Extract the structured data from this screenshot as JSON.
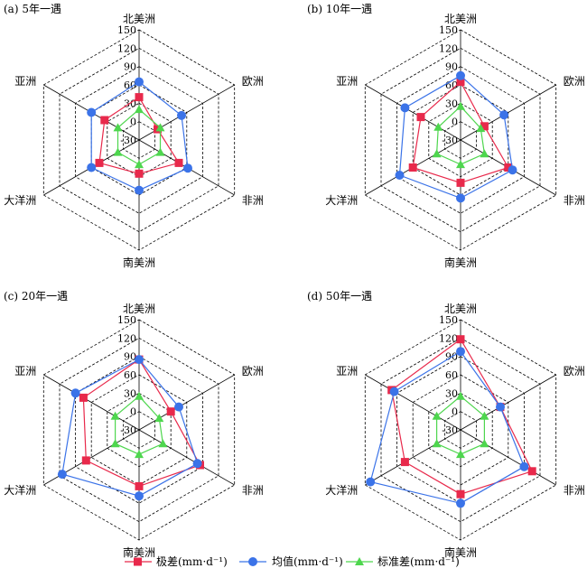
{
  "chart_data": {
    "type": "radar",
    "axes": [
      "北美洲",
      "欧洲",
      "非洲",
      "南美洲",
      "大洋洲",
      "亚洲"
    ],
    "ticks": [
      -30,
      0,
      30,
      60,
      90,
      120,
      150
    ],
    "tick_labels": [
      "-30",
      "0",
      "30",
      "60",
      "90",
      "120",
      "150"
    ],
    "range": [
      -30,
      150
    ],
    "colors": {
      "range": "#e8294b",
      "mean": "#3b73e8",
      "std": "#4ed64e"
    },
    "legend": {
      "position": "bottom",
      "range_label": "极差(mm·d⁻¹)",
      "mean_label": "均值(mm·d⁻¹)",
      "std_label": "标准差(mm·d⁻¹)"
    },
    "panels": [
      {
        "title": "(a) 5年一遇",
        "series": [
          {
            "key": "range",
            "values": [
              40,
              5,
              45,
              25,
              45,
              35
            ]
          },
          {
            "key": "mean",
            "values": [
              65,
              50,
              62,
              52,
              60,
              60
            ]
          },
          {
            "key": "std",
            "values": [
              20,
              10,
              10,
              10,
              10,
              10
            ]
          }
        ]
      },
      {
        "title": "(b) 10年一遇",
        "series": [
          {
            "key": "range",
            "values": [
              65,
              15,
              60,
              40,
              60,
              45
            ]
          },
          {
            "key": "mean",
            "values": [
              75,
              52,
              68,
              65,
              85,
              75
            ]
          },
          {
            "key": "std",
            "values": [
              25,
              8,
              15,
              10,
              15,
              12
            ]
          }
        ]
      },
      {
        "title": "(c) 20年一遇",
        "series": [
          {
            "key": "range",
            "values": [
              85,
              30,
              85,
              62,
              70,
              75
            ]
          },
          {
            "key": "mean",
            "values": [
              85,
              45,
              80,
              78,
              115,
              90
            ]
          },
          {
            "key": "std",
            "values": [
              25,
              8,
              15,
              10,
              15,
              15
            ]
          }
        ]
      },
      {
        "title": "(d) 50年一遇",
        "series": [
          {
            "key": "range",
            "values": [
              118,
              45,
              105,
              75,
              75,
              100
            ]
          },
          {
            "key": "mean",
            "values": [
              98,
              45,
              90,
              90,
              140,
              95
            ]
          },
          {
            "key": "std",
            "values": [
              25,
              15,
              15,
              10,
              15,
              15
            ]
          }
        ]
      }
    ]
  }
}
